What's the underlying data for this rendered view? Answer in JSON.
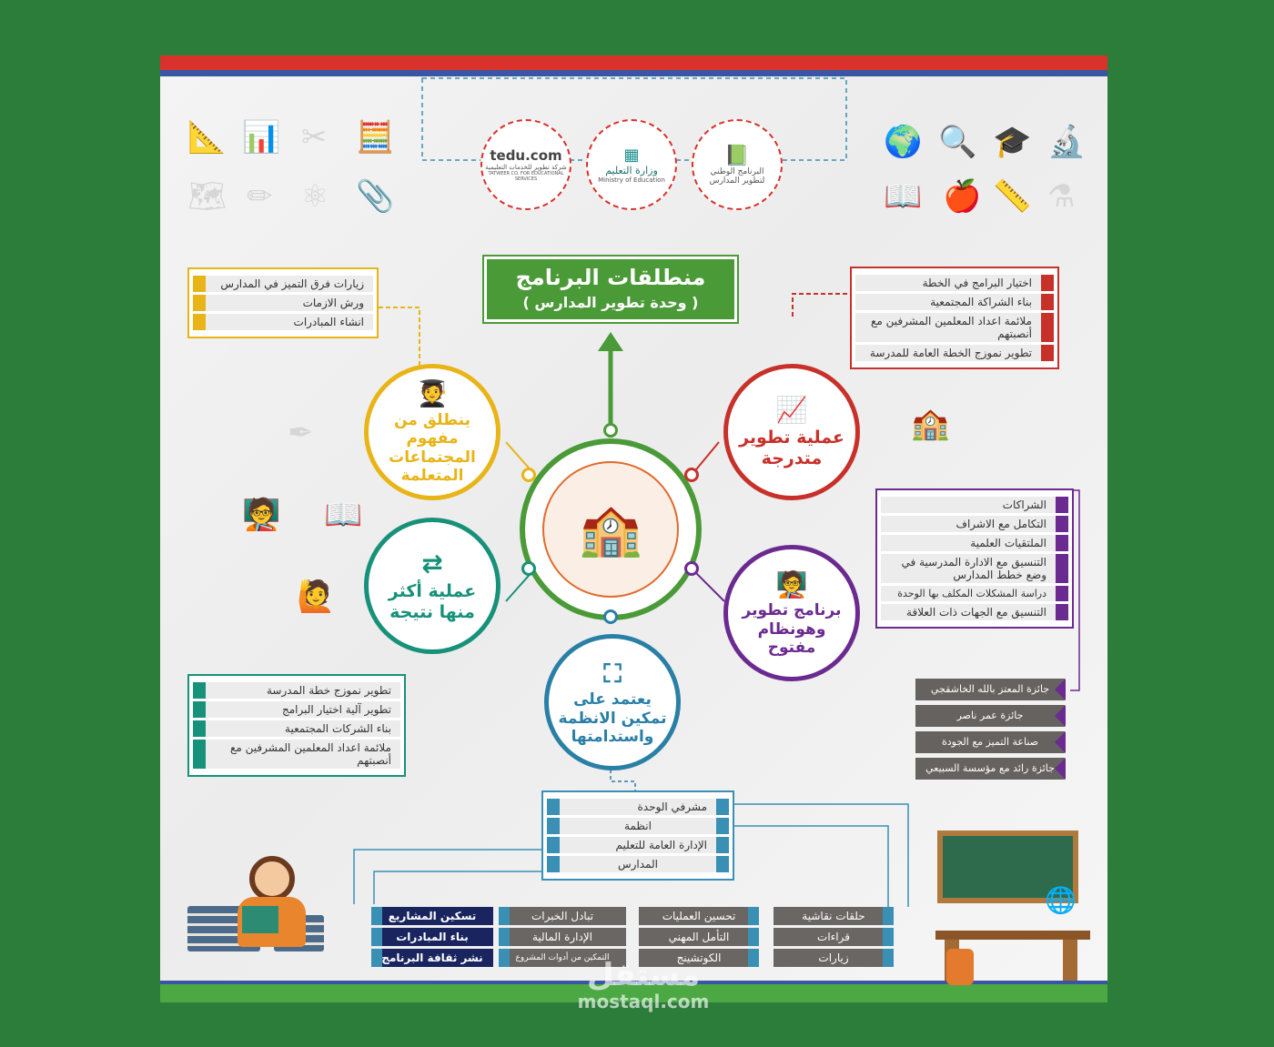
{
  "logos": {
    "national_program": [
      "البرنامج الوطني",
      "لتطوير المدارس"
    ],
    "ministry": [
      "وزارة التعليم",
      "Ministry of Education"
    ],
    "tedu": [
      "tedu.com",
      "شركة تطوير للخدمات التعليمية",
      "TATWEER CO. FOR EDUCATIONAL SERVICES"
    ]
  },
  "title": {
    "line1": "منطلقات البرنامج",
    "line2": "( وحدة تطوير المدارس )"
  },
  "circles": {
    "top_left": {
      "text": [
        "ينطلق من",
        "مفهوم",
        "المجتماعات",
        "المتعلمة"
      ],
      "color": "#e8b417"
    },
    "mid_left": {
      "text": [
        "عملية أكثر",
        "منها نتيجة"
      ],
      "color": "#17917a"
    },
    "bottom": {
      "text": [
        "يعتمد على",
        "تمكين الانظمة",
        "واستدامتها"
      ],
      "color": "#2a7fa6"
    },
    "top_right": {
      "text": [
        "عملية تطوير",
        "متدرجة"
      ],
      "color": "#c8302a"
    },
    "mid_right": {
      "text": [
        "برنامج تطوير",
        "وهونظام",
        "مفتوح"
      ],
      "color": "#6b2a90"
    }
  },
  "lists": {
    "yellow": [
      "زيارات فرق التميز في المدارس",
      "ورش الازمات",
      "انشاء المبادرات"
    ],
    "red": [
      "اختيار البرامج في الخطة",
      "بناء الشراكة المجتمعية",
      "ملائمة اعداد المعلمين المشرفين مع أنصبتهم",
      "تطوير نموزج الخطة العامة للمدرسة"
    ],
    "purple": [
      "الشراكات",
      "التكامل مع الاشراف",
      "الملتقيات العلمية",
      "التنسيق مع الادارة المدرسية في وضع خطط المدارس",
      "دراسة المشكلات المكلف بها الوحدة",
      "التنسيق مع الجهات ذات العلاقة"
    ],
    "teal": [
      "تطوير نموزج خطة المدرسة",
      "تطوير آلية اختيار البرامج",
      "بناء الشركات المجتمعية",
      "ملائمة اعداد المعلمين المشرفين مع أنصبتهم"
    ],
    "blue": [
      "مشرفي الوحدة",
      "انظمة",
      "الإدارة العامة للتعليم",
      "المدارس"
    ]
  },
  "awards": [
    "جائزة المعتز بالله الخاشقجي",
    "جائزة عمر ناصر",
    "صناعة التميز مع الجودة",
    "جائزة رائد مع مؤسسة السبيعي"
  ],
  "bottom_tags": {
    "col1": [
      "حلقات نقاشية",
      "قراءات",
      "زيارات"
    ],
    "col2": [
      "تحسين العمليات",
      "التأمل المهني",
      "الكوتشينج"
    ],
    "col3": [
      "تبادل الخبرات",
      "الإدارة المالية",
      "التمكين من أدوات المشروع"
    ],
    "col4": [
      "تسكين المشاريع",
      "بناء المبادرات",
      "نشر ثقافة البرنامج"
    ]
  },
  "watermark": {
    "arabic": "مستقل",
    "latin": "mostaql.com"
  }
}
